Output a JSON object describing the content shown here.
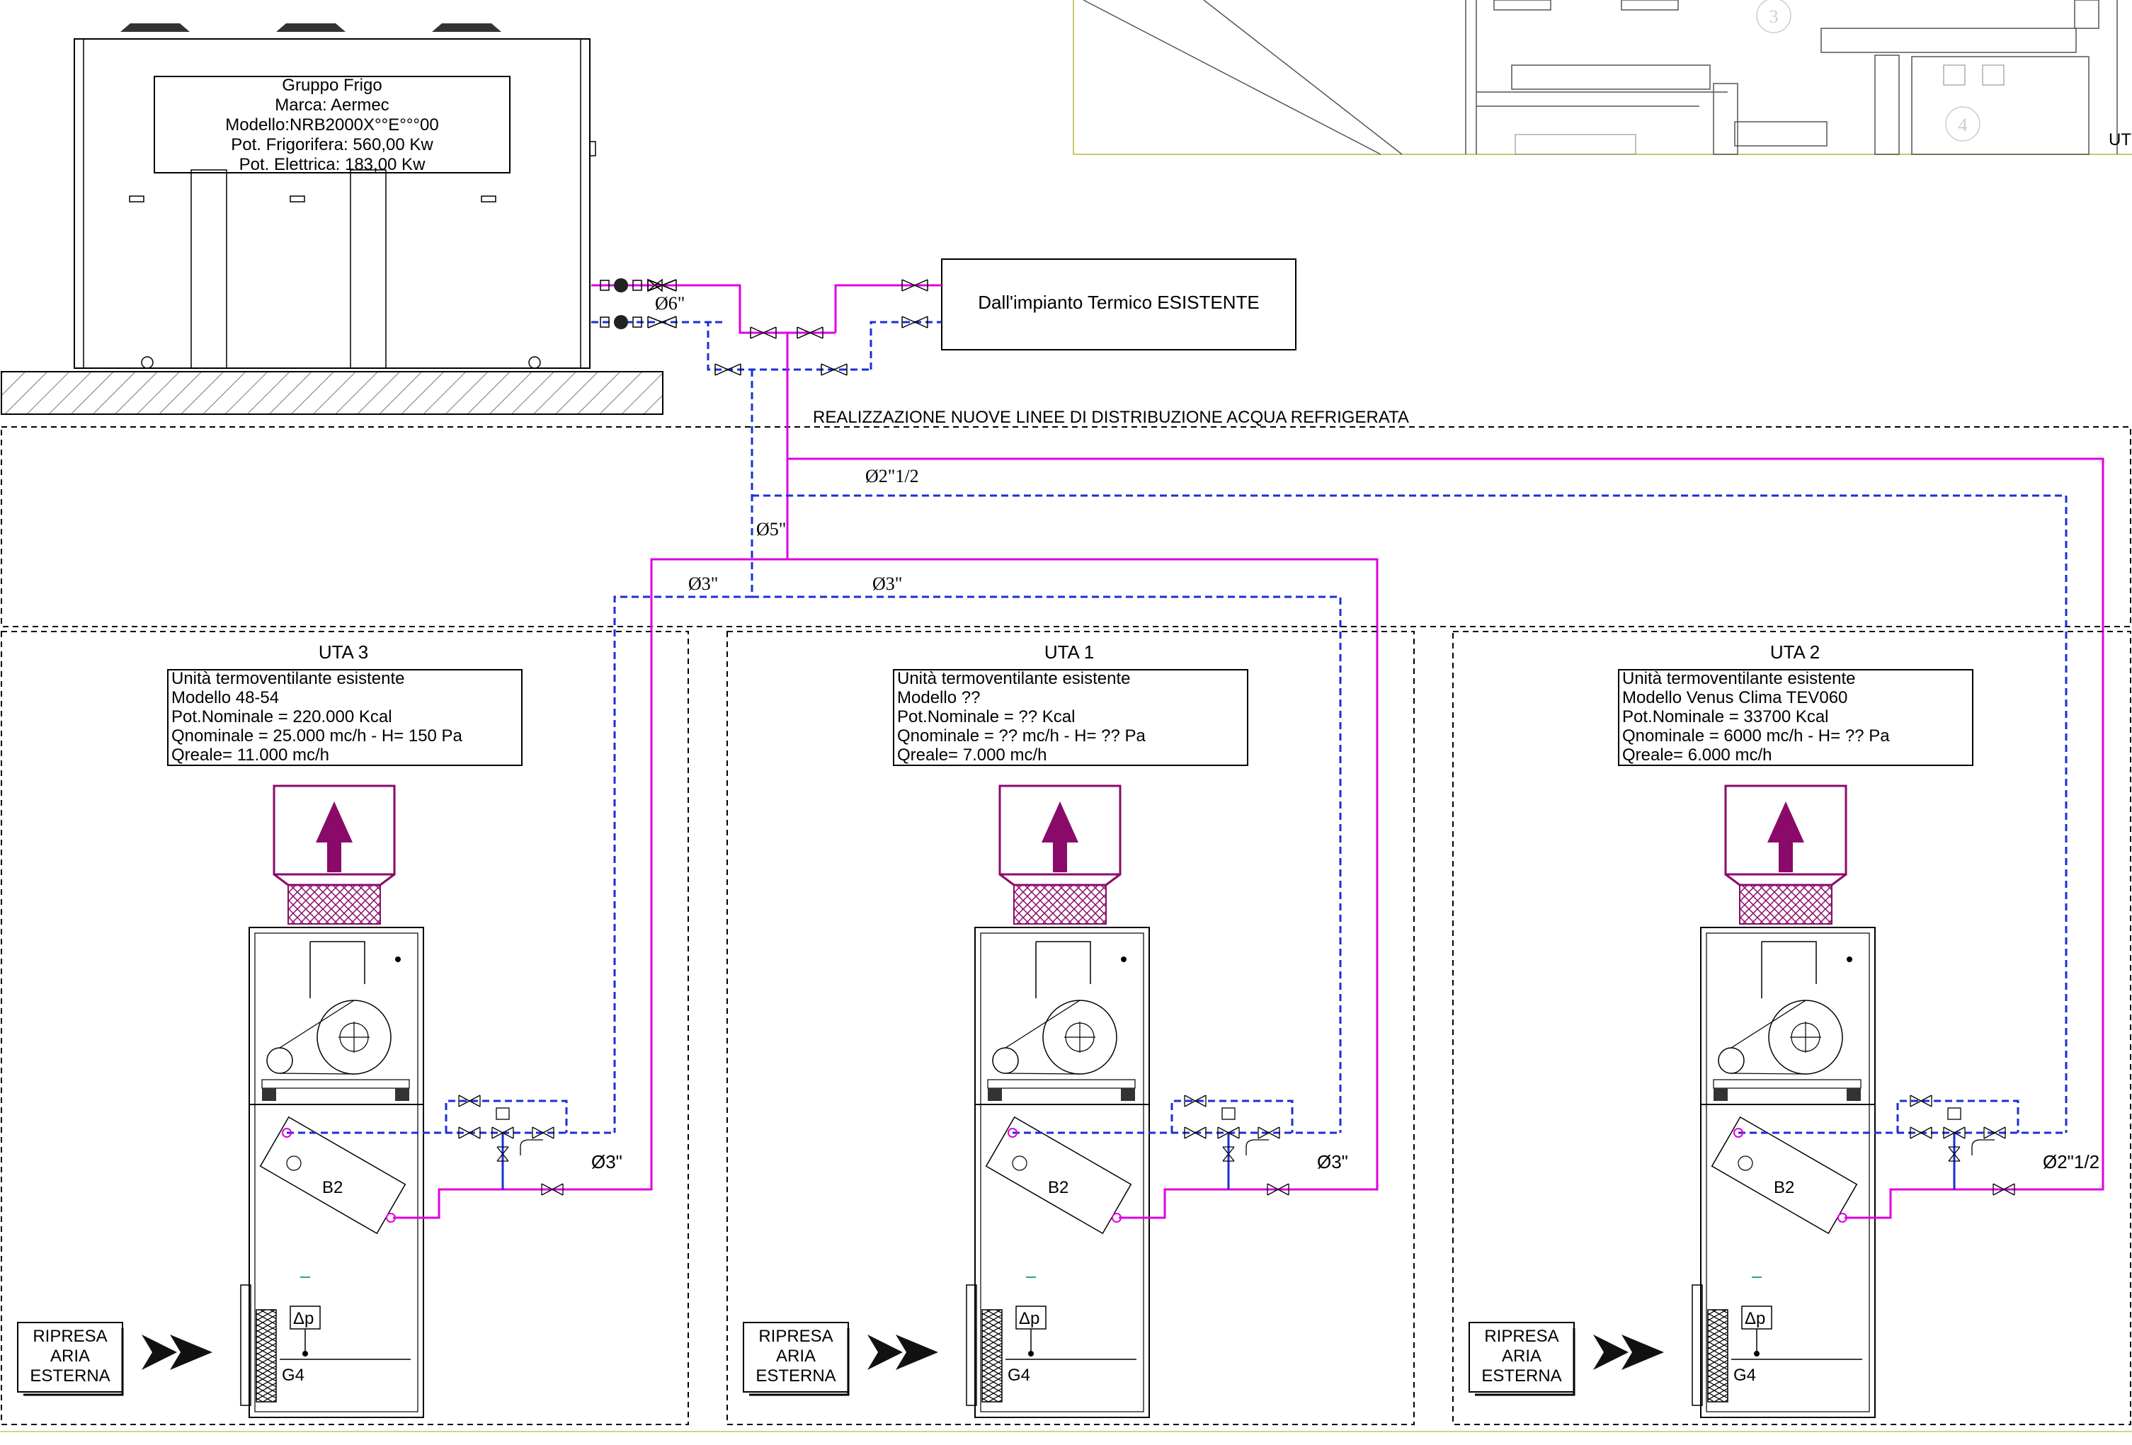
{
  "chiller": {
    "lines": [
      "Gruppo Frigo",
      "Marca: Aermec",
      "Modello:NRB2000X°°E°°°00",
      "Pot. Frigorifera: 560,00 Kw",
      "Pot. Elettrica: 183,00 Kw"
    ]
  },
  "existing_plant_label": "Dall'impianto Termico ESISTENTE",
  "distribution_title": "REALIZZAZIONE NUOVE LINEE DI DISTRIBUZIONE ACQUA REFRIGERATA",
  "pipe_sizes": {
    "main_outlet": "Ø6\"",
    "riser": "Ø5\"",
    "branch_right": "Ø2\"1/2",
    "branch_left": "Ø3\"",
    "branch_mid": "Ø3\""
  },
  "units": [
    {
      "title": "UTA 3",
      "info": [
        "Unità termoventilante esistente",
        "Modello 48-54",
        "Pot.Nominale = 220.000 Kcal",
        "Qnominale = 25.000 mc/h - H= 150 Pa",
        "Qreale= 11.000 mc/h"
      ],
      "coil": "B2",
      "filter": "G4",
      "dp": "Δp",
      "pipe": "Ø3\""
    },
    {
      "title": "UTA 1",
      "info": [
        "Unità termoventilante esistente",
        "Modello ??",
        "Pot.Nominale = ?? Kcal",
        "Qnominale = ?? mc/h - H= ?? Pa",
        "Qreale= 7.000 mc/h"
      ],
      "coil": "B2",
      "filter": "G4",
      "dp": "Δp",
      "pipe": "Ø3\""
    },
    {
      "title": "UTA 2",
      "info": [
        "Unità termoventilante esistente",
        "Modello Venus Clima TEV060",
        "Pot.Nominale = 33700 Kcal",
        "Qnominale = 6000 mc/h - H= ?? Pa",
        "Qreale= 6.000 mc/h"
      ],
      "coil": "B2",
      "filter": "G4",
      "dp": "Δp",
      "pipe": "Ø2\"1/2"
    }
  ],
  "intake_label": [
    "RIPRESA",
    "ARIA",
    "ESTERNA"
  ],
  "plan_inset": {
    "room_numbers": [
      "3",
      "4"
    ],
    "cut_label": "UT"
  },
  "colors": {
    "supply_pipe": "#e000e0",
    "return_pipe": "#1a2fd6",
    "air_arrow": "#8a0a6a"
  }
}
